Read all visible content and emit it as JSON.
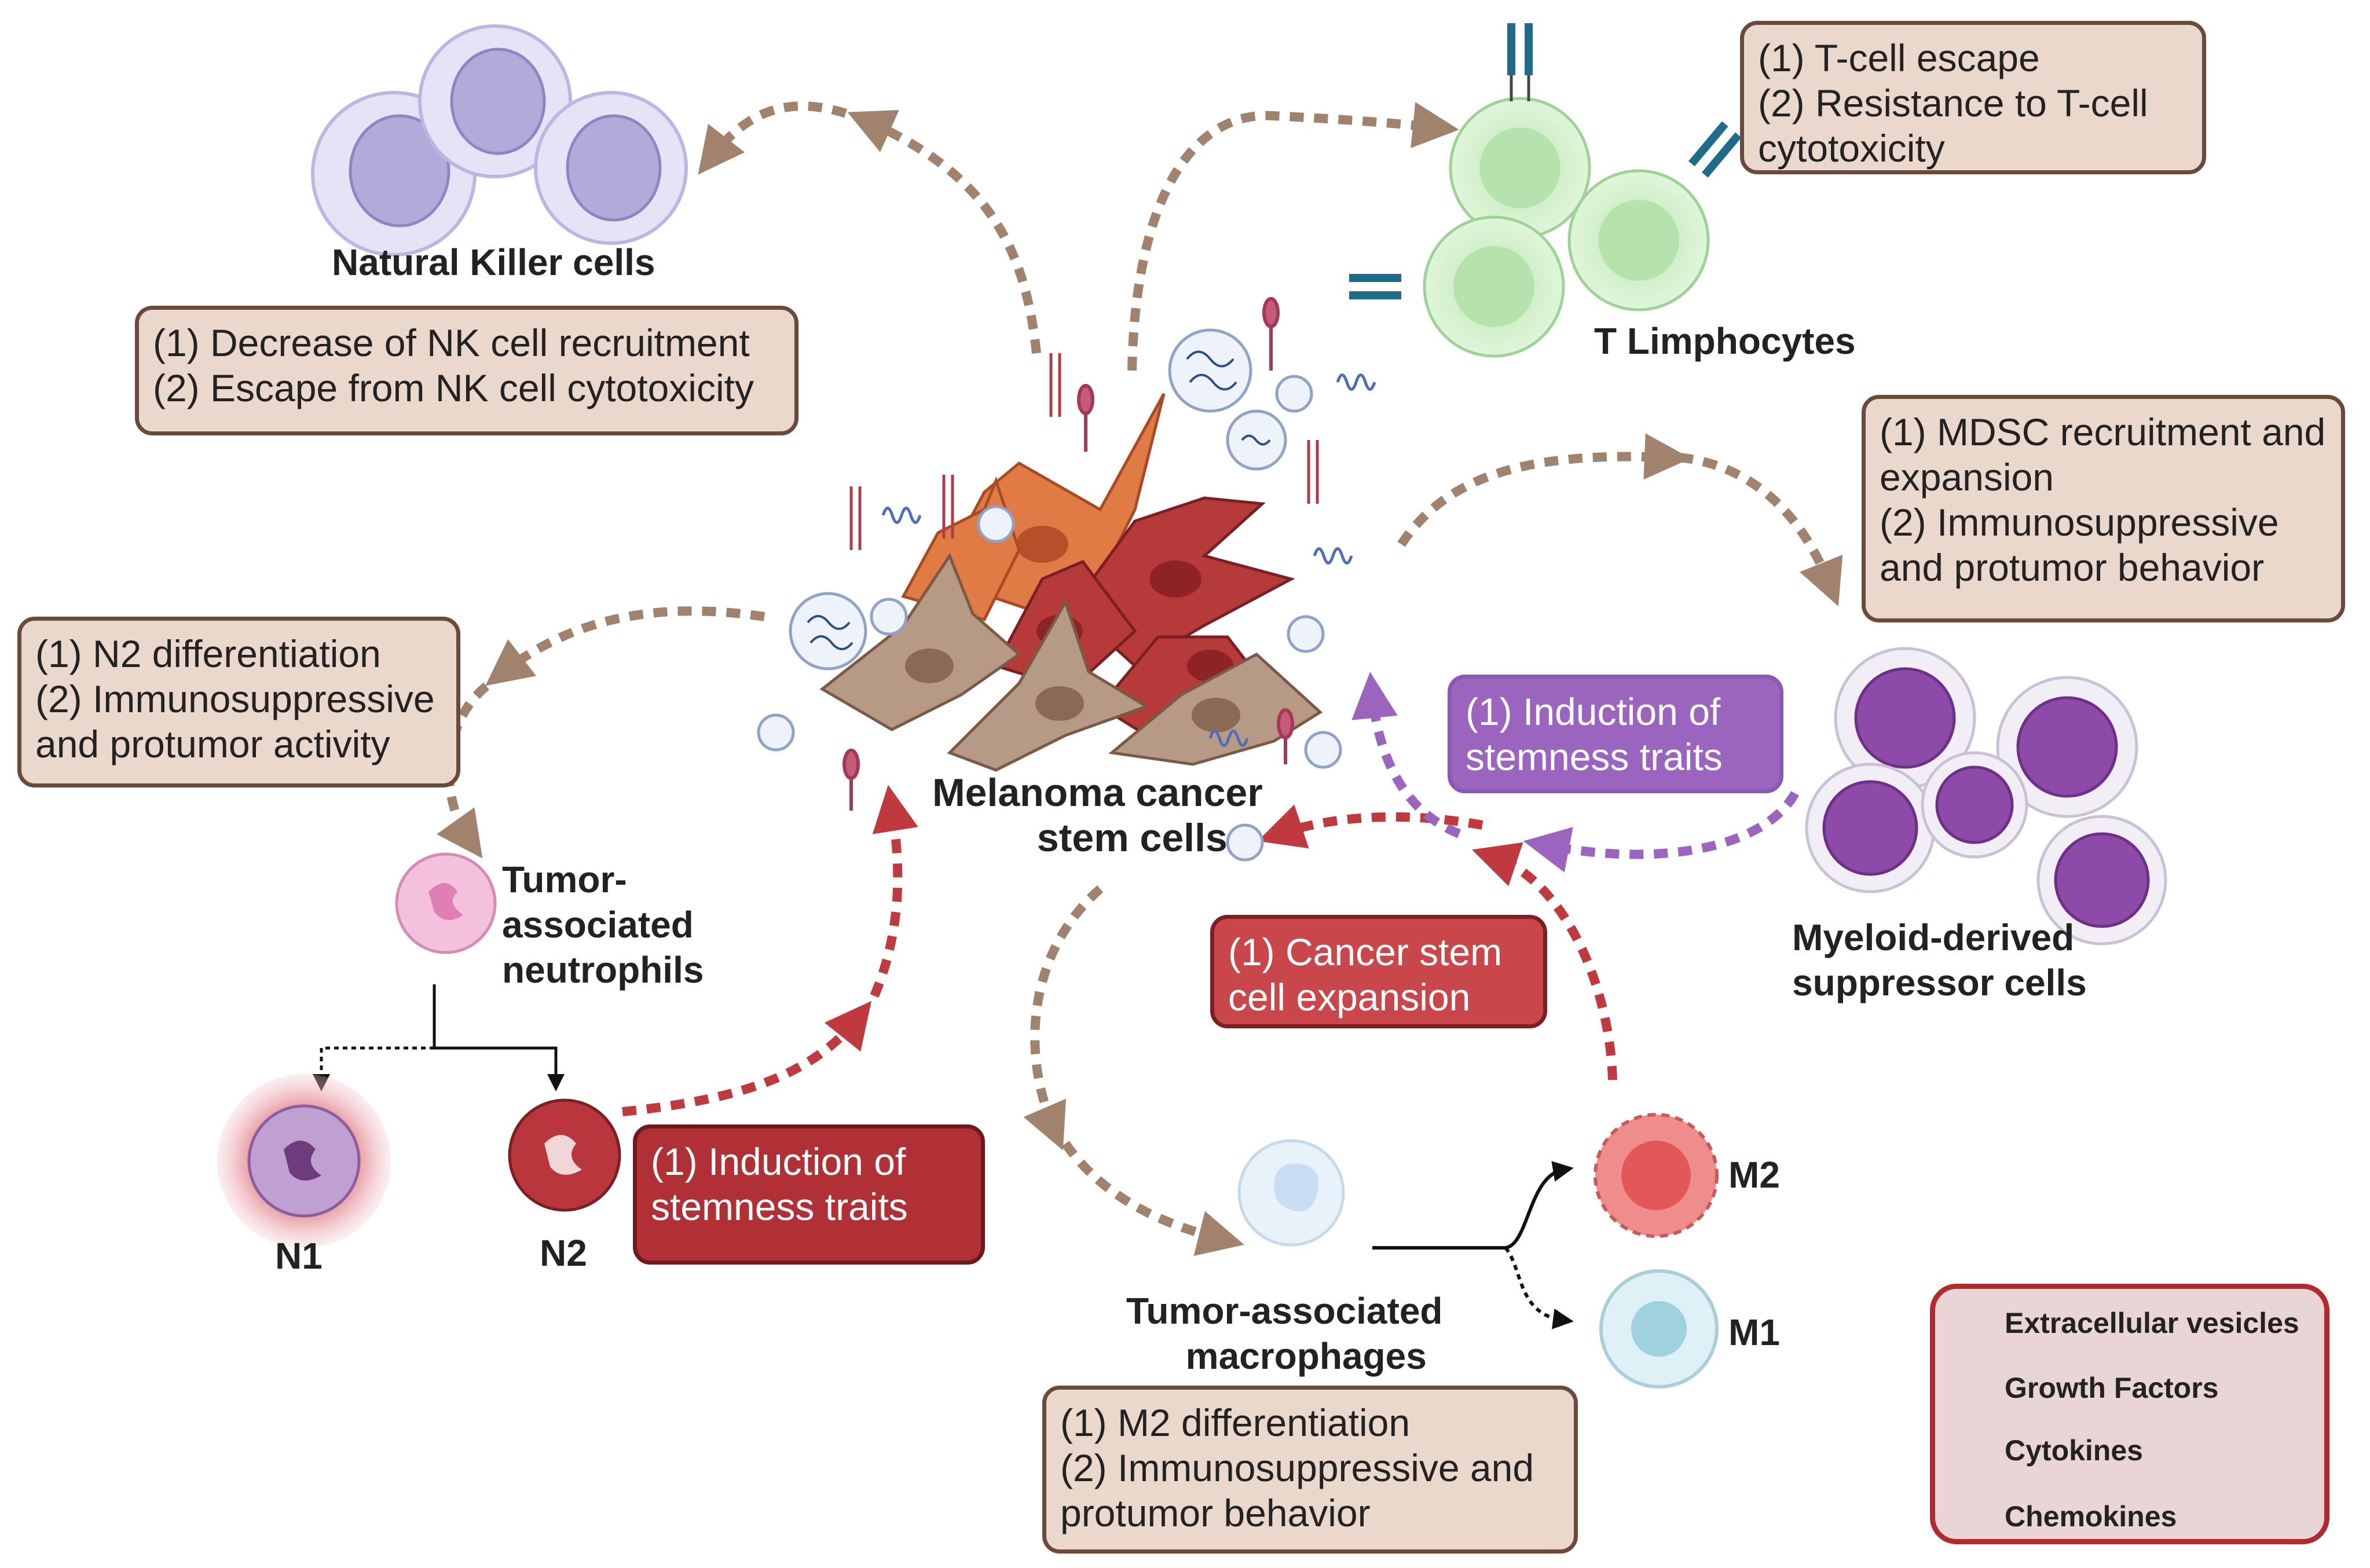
{
  "cells": {
    "nk_label": "Natural Killer cells",
    "t_label": "T Limphocytes",
    "mdsc_label": [
      "Myeloid-derived",
      "suppressor cells"
    ],
    "mcsc_label": [
      "Melanoma cancer",
      "stem cells"
    ],
    "tan_label": [
      "Tumor-",
      "associated",
      "neutrophils"
    ],
    "tam_label": [
      "Tumor-associated",
      "macrophages"
    ],
    "n1_label": "N1",
    "n2_label": "N2",
    "m1_label": "M1",
    "m2_label": "M2"
  },
  "boxes": {
    "nk": [
      "(1) Decrease of NK cell recruitment",
      "(2) Escape from NK cell cytotoxicity"
    ],
    "t": [
      "(1) T-cell escape",
      "(2) Resistance to T-cell",
      "cytotoxicity"
    ],
    "mdsc": [
      "(1) MDSC recruitment and",
      "expansion",
      "(2)  Immunosuppressive",
      "and protumor behavior"
    ],
    "mdsc_induction": [
      "(1) Induction of",
      "stemness traits"
    ],
    "neutrophil": [
      "(1) N2 differentiation",
      "(2) Immunosuppressive",
      "and  protumor activity"
    ],
    "n2_induction": [
      "(1) Induction of",
      "stemness traits"
    ],
    "csc_expansion": [
      "(1) Cancer stem",
      "cell expansion"
    ],
    "macrophage": [
      "(1) M2 differentiation",
      "(2) Immunosuppressive and",
      "protumor behavior"
    ]
  },
  "legend": {
    "items": [
      "Extracellular vesicles",
      "Growth Factors",
      "Cytokines",
      "Chemokines"
    ]
  },
  "colors": {
    "brown_arrow": "#a0826d",
    "red_arrow": "#c0393f",
    "purple_arrow": "#9b65bf",
    "box_fill": "#e9d8cb",
    "box_border": "#6b4a3a",
    "nk_cell": "#c9c3e8",
    "t_cell": "#cdeec7",
    "mdsc_cell": "#8e4aa8",
    "tumor_orange": "#e07b45",
    "tumor_red": "#b73a3a",
    "tumor_tan": "#b79a86"
  },
  "icons": [
    "extracellular-vesicle-icon",
    "growth-factor-icon",
    "cytokine-icon",
    "chemokine-icon"
  ]
}
